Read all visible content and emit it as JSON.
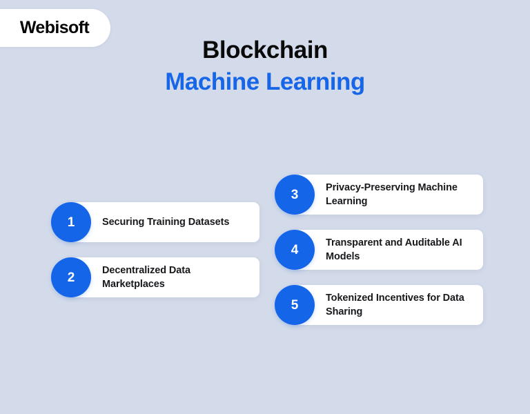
{
  "brand": {
    "logo_text": "Webisoft"
  },
  "heading": {
    "line1": "Blockchain",
    "line2": "Machine Learning"
  },
  "colors": {
    "accent_blue": "#1565e8",
    "heading_blue": "#1766e8",
    "heading_dark": "#0a0a0a",
    "card_white": "#ffffff",
    "background_edge": "#d3dae9",
    "background_center": "#f2f5fa"
  },
  "columns": {
    "left": [
      {
        "number": "1",
        "label": "Securing Training Datasets"
      },
      {
        "number": "2",
        "label": "Decentralized Data Marketplaces"
      }
    ],
    "right": [
      {
        "number": "3",
        "label": "Privacy-Preserving Machine Learning"
      },
      {
        "number": "4",
        "label": "Transparent and Auditable AI Models"
      },
      {
        "number": "5",
        "label": "Tokenized Incentives for Data Sharing"
      }
    ]
  }
}
